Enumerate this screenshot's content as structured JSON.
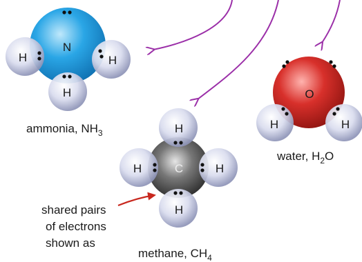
{
  "molecules": {
    "ammonia": {
      "caption_name": "ammonia, NH",
      "caption_sub": "3",
      "central": "N",
      "hydrogens": [
        "H",
        "H",
        "H"
      ]
    },
    "methane": {
      "caption_name": "methane, CH",
      "caption_sub": "4",
      "central": "C",
      "hydrogens": [
        "H",
        "H",
        "H",
        "H"
      ]
    },
    "water": {
      "caption_name": "water, H",
      "caption_sub": "2",
      "caption_tail": "O",
      "central": "O",
      "hydrogens": [
        "H",
        "H"
      ]
    }
  },
  "annotation": {
    "lines": [
      "shared pairs",
      "of electrons",
      "shown as"
    ]
  },
  "colors": {
    "nitrogen": "#2aa6e6",
    "carbon": "#5a5a5a",
    "oxygen": "#d8302b",
    "hydrogen": "#c8cde6",
    "arrow_purple": "#9b2fa8",
    "arrow_red": "#c8281e"
  }
}
